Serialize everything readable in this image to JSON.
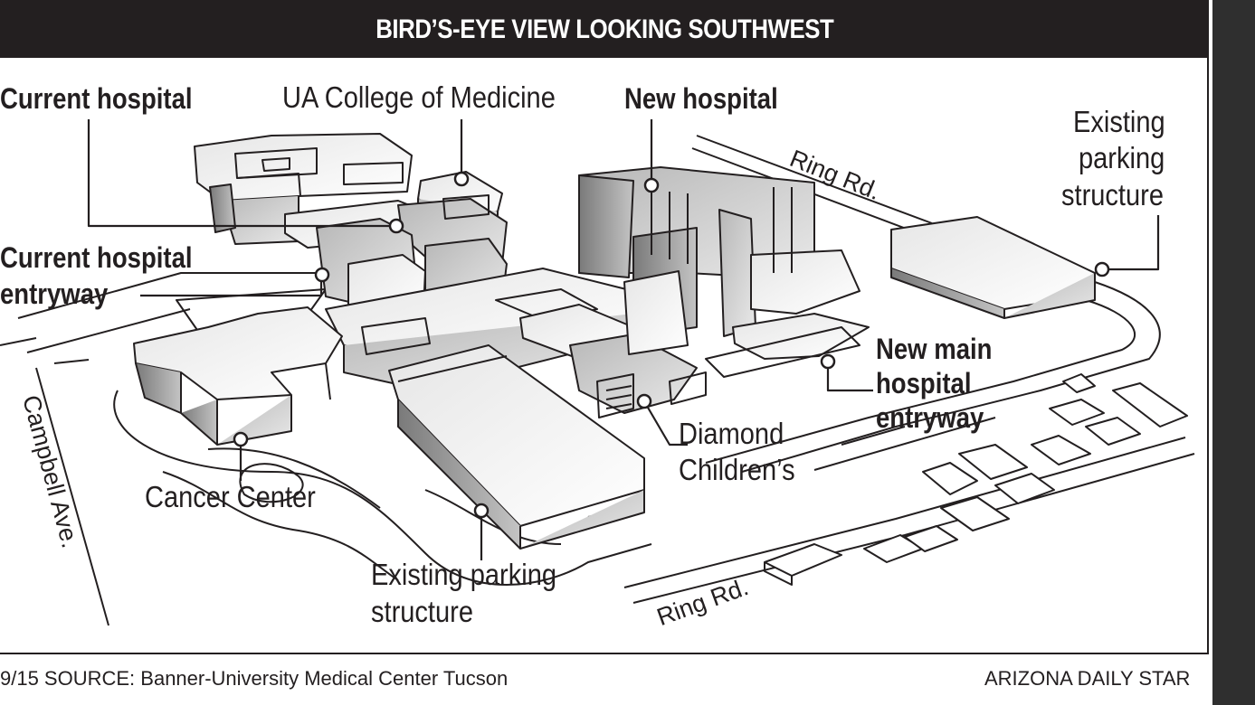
{
  "header": {
    "title": "BIRD’S-EYE  VIEW LOOKING SOUTHWEST"
  },
  "labels": {
    "current_hospital": "Current  hospital",
    "ua_college": "UA College of Medicine",
    "new_hospital": "New hospital",
    "existing_parking_top_1": "Existing",
    "existing_parking_top_2": "parking",
    "existing_parking_top_3": "structure",
    "current_entry_1": "Current hospital",
    "current_entry_2": "entryway",
    "new_main_entry_1": "New main",
    "new_main_entry_2": "hospital",
    "new_main_entry_3": "entryway",
    "diamond_1": "Diamond",
    "diamond_2": "Children’s",
    "cancer_center": "Cancer Center",
    "existing_parking_bottom_1": "Existing parking",
    "existing_parking_bottom_2": "structure"
  },
  "roads": {
    "ring_rd_top": "Ring Rd.",
    "ring_rd_bottom": "Ring Rd.",
    "campbell": "Campbell Ave."
  },
  "footer": {
    "credit": "9/15  SOURCE: Banner-University Medical Center Tucson",
    "brand": "ARIZONA DAILY STAR"
  },
  "colors": {
    "ink": "#231f20",
    "header_bg": "#231f20",
    "side_strip": "#2f2f2f"
  }
}
